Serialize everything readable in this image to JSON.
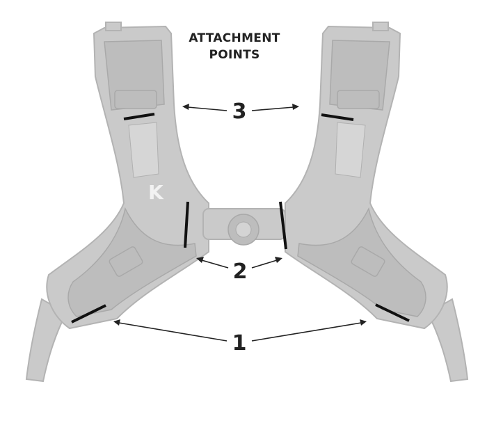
{
  "title": {
    "line1": "ATTACHMENT",
    "line2": "POINTS"
  },
  "points": [
    {
      "number": "3"
    },
    {
      "number": "2"
    },
    {
      "number": "1"
    }
  ],
  "logo": {
    "text": "K"
  },
  "colors": {
    "harness": "#cacaca",
    "marks": "#111111",
    "text": "#222222"
  }
}
